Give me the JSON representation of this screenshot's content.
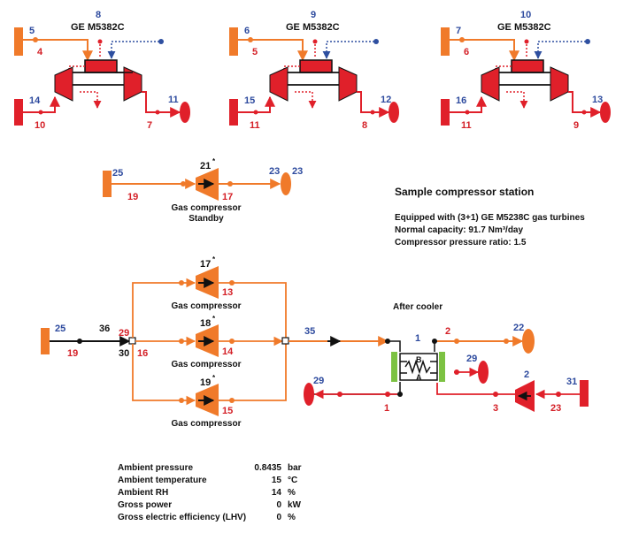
{
  "turbines": [
    {
      "model": "GE M5382C",
      "unit": "8",
      "fuel_in": "5",
      "fuel_out": "4",
      "air_in": "14",
      "air_out": "10",
      "exh_out": "7",
      "exh_sink": "11"
    },
    {
      "model": "GE M5382C",
      "unit": "9",
      "fuel_in": "6",
      "fuel_out": "5",
      "air_in": "15",
      "air_out": "11",
      "exh_out": "8",
      "exh_sink": "12"
    },
    {
      "model": "GE M5382C",
      "unit": "10",
      "fuel_in": "7",
      "fuel_out": "6",
      "air_in": "16",
      "air_out": "11",
      "exh_out": "9",
      "exh_sink": "13"
    }
  ],
  "standby": {
    "source": "25",
    "in": "19",
    "unit": "21",
    "mark": "*",
    "out": "17",
    "sink_a": "23",
    "sink_b": "23",
    "label1": "Gas compressor",
    "label2": "Standby"
  },
  "info": {
    "title": "Sample compressor station",
    "line1": "Equipped with (3+1) GE M5238C gas turbines",
    "line2": "Normal capacity: 91.7 Nm³/day",
    "line3": "Compressor pressure ratio: 1.5"
  },
  "main": {
    "source": "25",
    "source_out": "19",
    "pipe": "36",
    "split_top": "29",
    "split_bl": "30",
    "split_br": "16",
    "compressors": [
      {
        "unit": "17",
        "mark": "*",
        "out": "13",
        "label": "Gas compressor"
      },
      {
        "unit": "18",
        "mark": "*",
        "out": "14",
        "label": "Gas compressor"
      },
      {
        "unit": "19",
        "mark": "*",
        "out": "15",
        "label": "Gas compressor"
      }
    ],
    "merge_out": "35"
  },
  "cooler": {
    "title": "After cooler",
    "unit": "1",
    "label_b": "B",
    "label_a": "A",
    "out_right": "2",
    "sink_22": "22",
    "side_sink": "29",
    "fan_unit": "2",
    "air_source": "31",
    "air_in": "23",
    "air_mid": "3",
    "left_out": "1",
    "left_sink": "29"
  },
  "ambient": [
    {
      "label": "Ambient pressure",
      "value": "0.8435",
      "unit": "bar"
    },
    {
      "label": "Ambient temperature",
      "value": "15",
      "unit": "°C"
    },
    {
      "label": "Ambient RH",
      "value": "14",
      "unit": "%"
    },
    {
      "label": "Gross power",
      "value": "0",
      "unit": "kW"
    },
    {
      "label": "Gross electric efficiency (LHV)",
      "value": "0",
      "unit": "%"
    }
  ],
  "colors": {
    "gas": "#f07a2a",
    "air": "#e0202a",
    "water": "#2e4fa0",
    "cooler": "#7cc242",
    "blue_text": "#2d4a9e",
    "red_text": "#d42027"
  }
}
